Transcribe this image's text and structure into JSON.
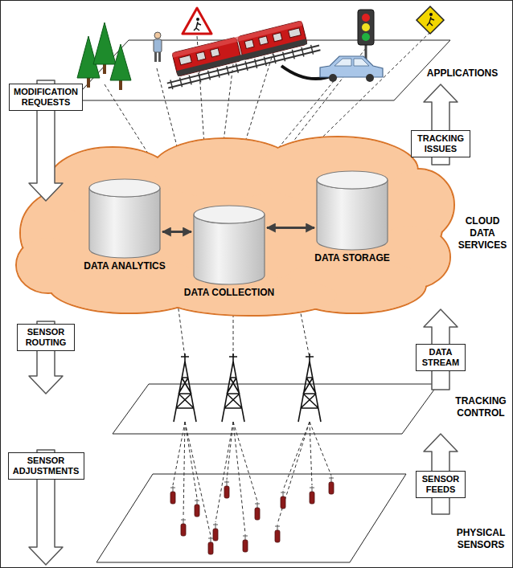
{
  "diagram": {
    "nodes": [
      {
        "text": [
          "MODIFICATION REQUESTS"
        ]
      },
      {
        "text": [
          "TRACKING ISSUES"
        ]
      },
      {
        "text": [
          "DATA ANALYTICS"
        ]
      },
      {
        "text": [
          "DATA COLLECTION"
        ]
      },
      {
        "text": [
          "DATA STORAGE"
        ]
      },
      {
        "text": [
          "SENSOR ROUTING"
        ]
      },
      {
        "text": [
          "DATA STREAM"
        ]
      },
      {
        "text": [
          "SENSOR ADJUSTMENTS"
        ]
      },
      {
        "text": [
          "SENSOR FEEDS"
        ]
      }
    ],
    "edges": [
      {
        "from": 2,
        "to": 3,
        "arrow": "both"
      },
      {
        "from": 3,
        "to": 4,
        "arrow": "both"
      }
    ],
    "labels": [
      "APPLICATIONS",
      "CLOUD DATA SERVICES",
      "TRACKING CONTROL",
      "PHYSICAL SENSORS"
    ]
  }
}
